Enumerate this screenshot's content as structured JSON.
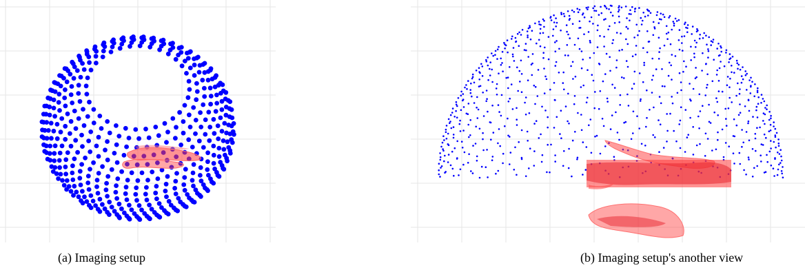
{
  "figure": {
    "panels": [
      {
        "id": "a",
        "caption": "(a) Imaging setup"
      },
      {
        "id": "b",
        "caption": "(b) Imaging setup's another view"
      }
    ],
    "colors": {
      "sensor_points": "#0000ff",
      "vessel_phantom": "#ff3b3b",
      "grid": "#e6e6e6"
    }
  }
}
